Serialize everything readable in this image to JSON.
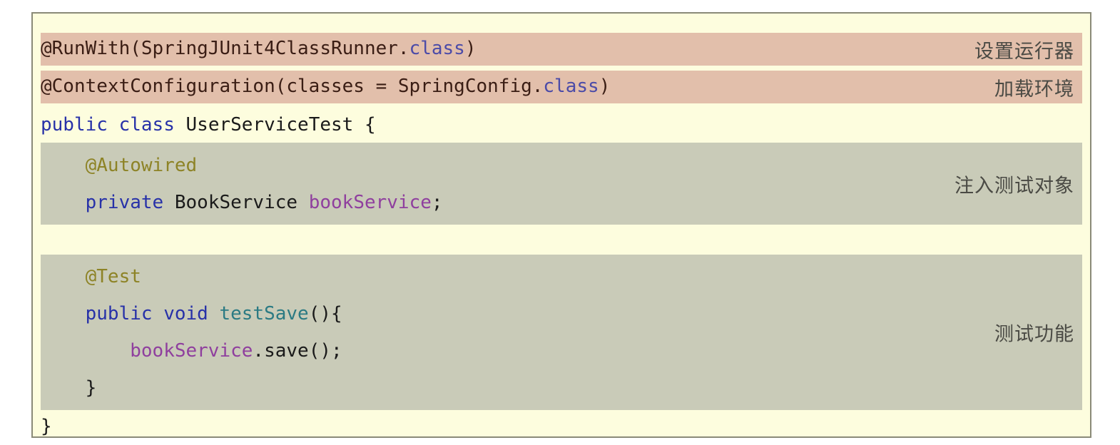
{
  "card": {
    "background": "#fdfdde",
    "border_color": "#8a8a78",
    "highlight_pink": "#e2bfab",
    "highlight_gray": "#c9cbb8"
  },
  "code": {
    "line_runwith": {
      "annotation": "@RunWith(SpringJUnit4ClassRunner.",
      "keyword": "class",
      "tail": ")",
      "note": "设置运行器"
    },
    "line_contextconfiguration": {
      "annotation": "@ContextConfiguration(classes = SpringConfig.",
      "keyword": "class",
      "tail": ")",
      "note": "加载环境"
    },
    "line_class_declaration": {
      "keyword_public": "public",
      "keyword_class": "class",
      "type_name": "UserServiceTest",
      "brace": "{"
    },
    "block_inject": {
      "annotation": "@Autowired",
      "keyword_private": "private",
      "type_name": "BookService",
      "field_name": "bookService",
      "semicolon": ";",
      "note": "注入测试对象"
    },
    "block_test": {
      "annotation": "@Test",
      "keyword_public": "public",
      "keyword_void": "void",
      "method_name": "testSave",
      "parens": "(){",
      "call_receiver": "bookService",
      "call_body": ".save();",
      "close_brace": "}",
      "note": "测试功能"
    },
    "line_closing_brace": {
      "brace": "}"
    }
  },
  "colors": {
    "keyword": "#2731a8",
    "annotation_olive": "#8d8326",
    "annotation_dark": "#3a1d14",
    "field": "#8f3f9e",
    "method": "#2b7a83",
    "literal": "#4b4ba8",
    "plain": "#1a1a1a",
    "note_text": "#4a4a44"
  }
}
